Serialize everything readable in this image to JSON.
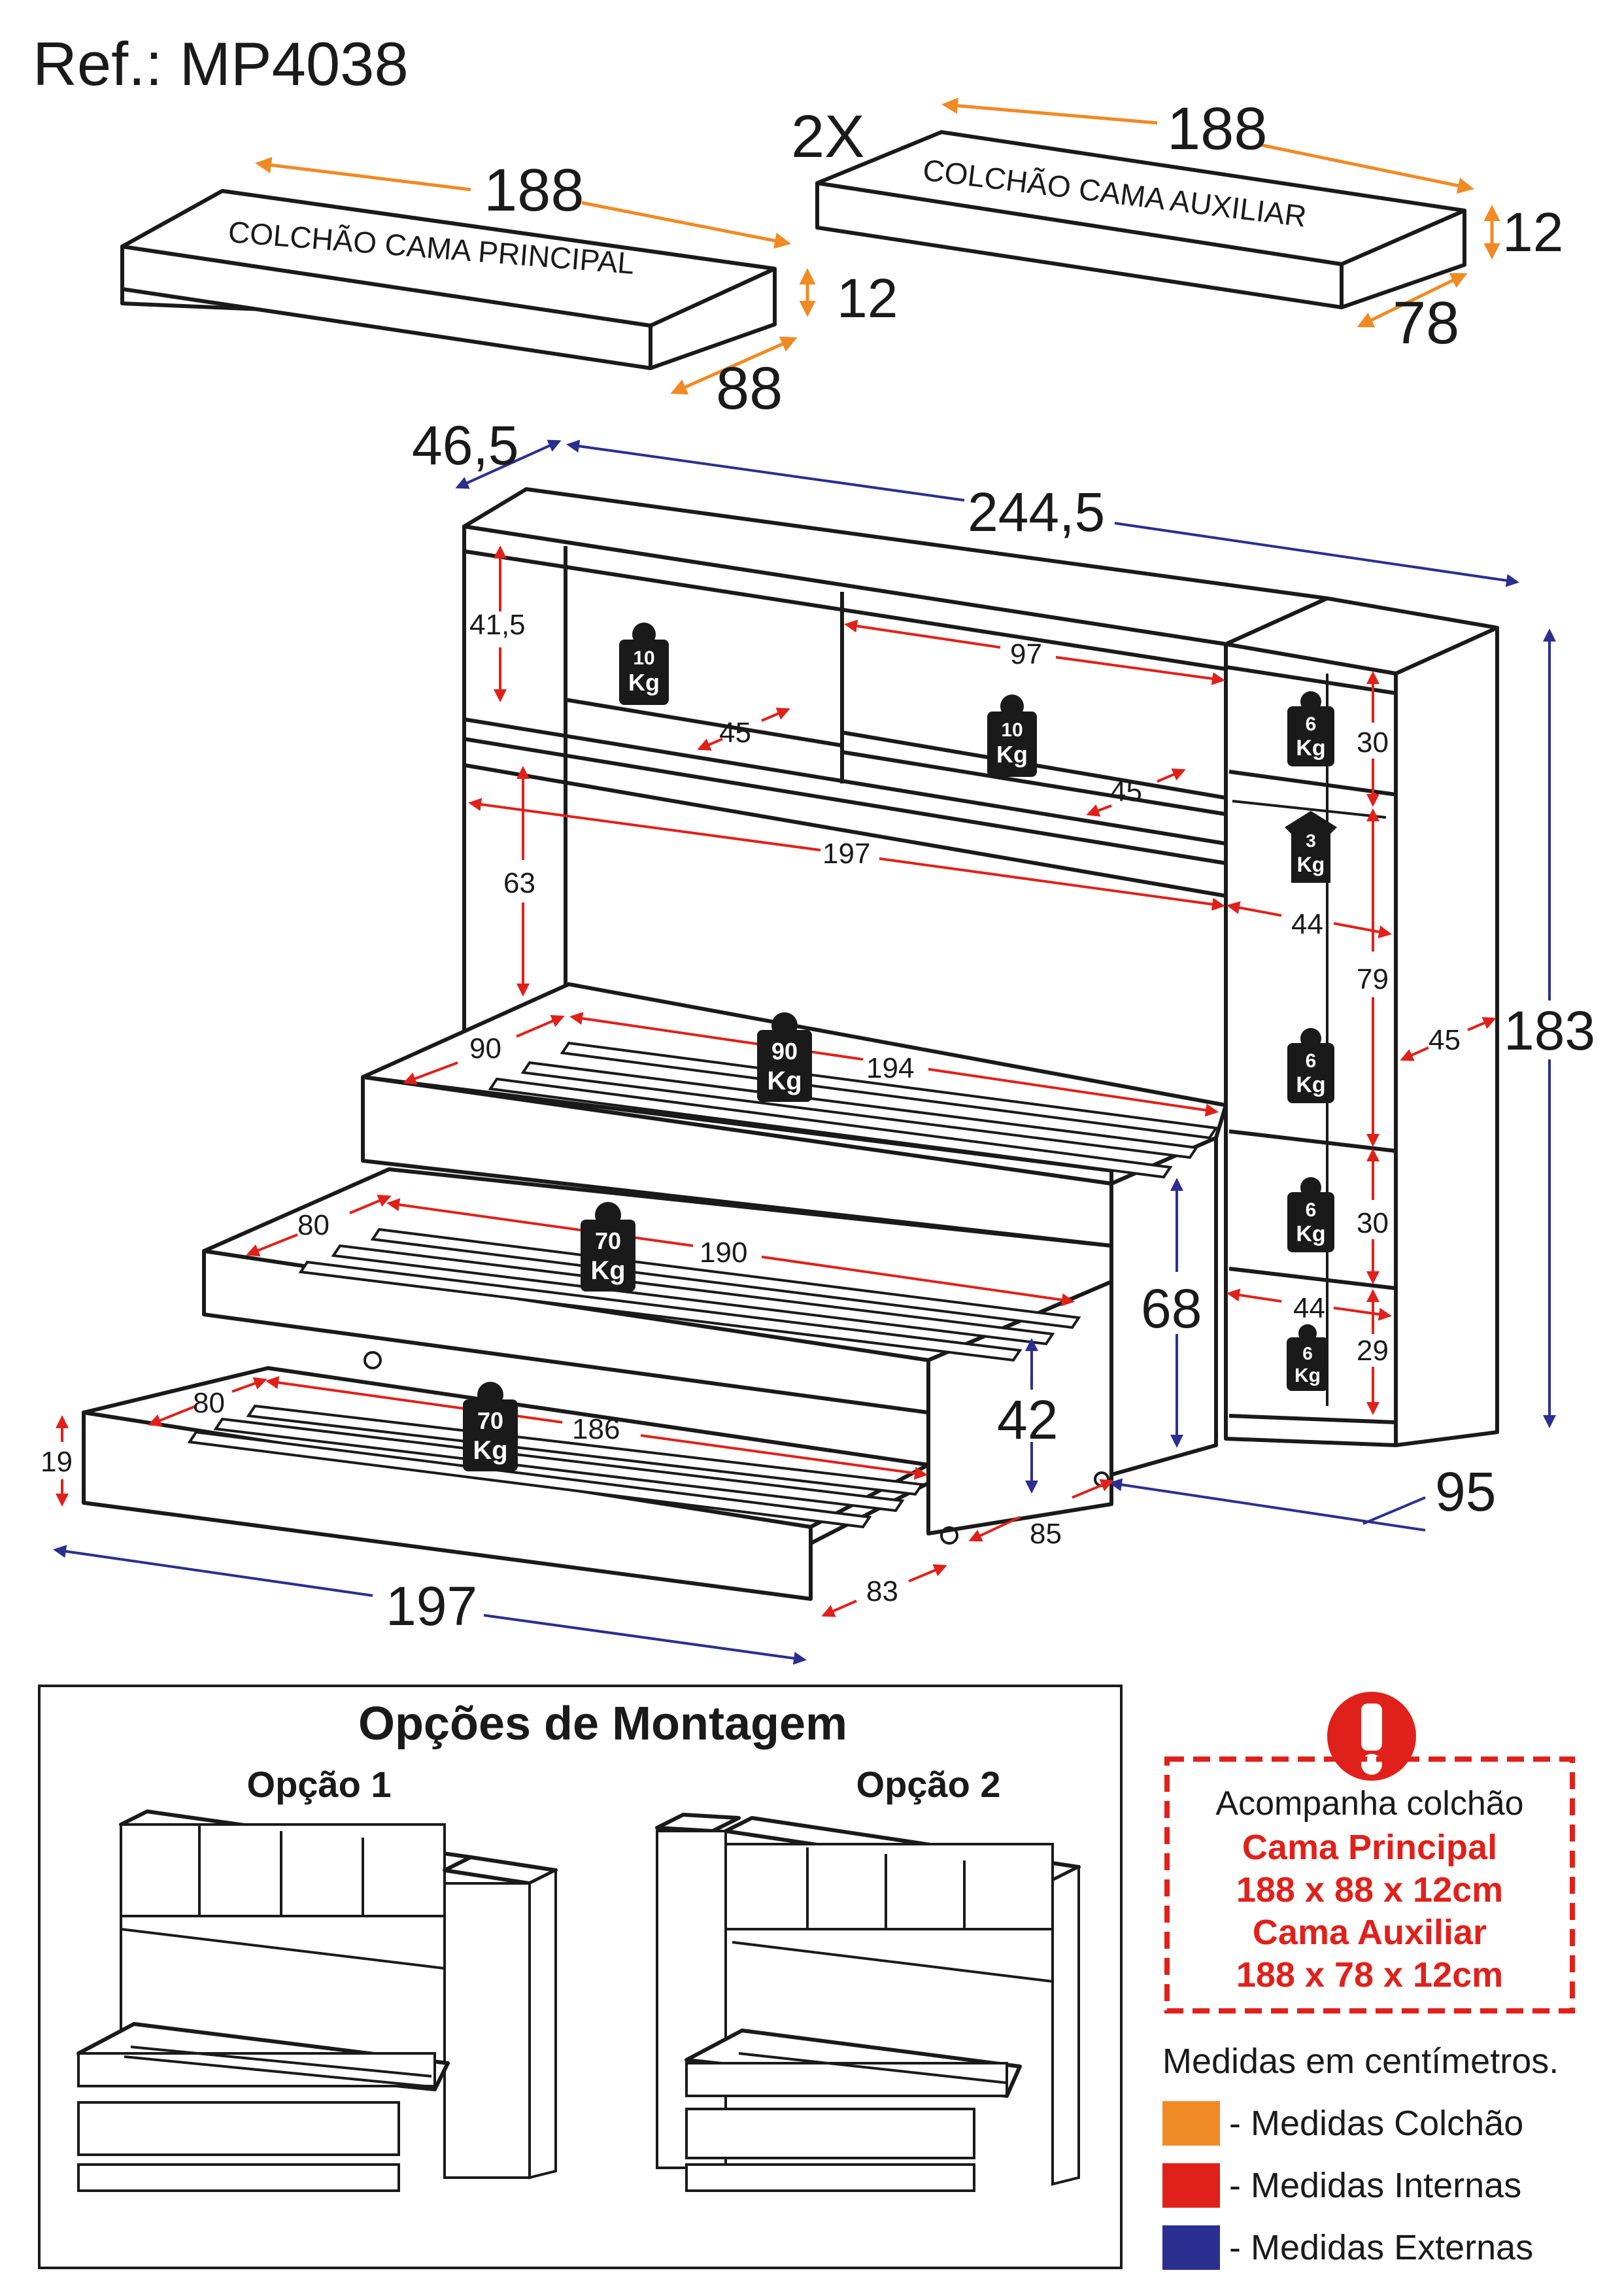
{
  "ref": "Ref.: MP4038",
  "colors": {
    "mattress": "#f08a24",
    "internal": "#e0211b",
    "external": "#2b2f8f"
  },
  "mattress_main": {
    "label": "COLCHÃO CAMA PRINCIPAL",
    "length": "188",
    "height": "12",
    "width": "88"
  },
  "mattress_aux": {
    "qty": "2X",
    "label": "COLCHÃO CAMA AUXILIAR",
    "length": "188",
    "height": "12",
    "width": "78"
  },
  "external": {
    "depth_top": "46,5",
    "width": "244,5",
    "height": "183",
    "depth": "95",
    "width_bottom": "197",
    "bed_height": "68",
    "trundle_height": "42"
  },
  "internal": {
    "niche_h": "41,5",
    "niche_d1": "45",
    "niche_w": "97",
    "niche_d2": "45",
    "bed_opening_w": "197",
    "bed_opening_h": "63",
    "bed1_w": "90",
    "bed1_l": "194",
    "bed2_w": "80",
    "bed2_l": "190",
    "bed3_w": "80",
    "bed3_l": "186",
    "bed3_h": "19",
    "side_d": "45",
    "col_30a": "30",
    "col_44a": "44",
    "col_79": "79",
    "col_30b": "30",
    "col_44b": "44",
    "col_29": "29",
    "d85": "85",
    "d83": "83"
  },
  "weights": {
    "w1": [
      "10",
      "Kg"
    ],
    "w2": [
      "10",
      "Kg"
    ],
    "w3": [
      "6",
      "Kg"
    ],
    "w4": [
      "3",
      "Kg"
    ],
    "w5": [
      "6",
      "Kg"
    ],
    "w6": [
      "90",
      "Kg"
    ],
    "w7": [
      "6",
      "Kg"
    ],
    "w8": [
      "70",
      "Kg"
    ],
    "w9": [
      "6",
      "Kg"
    ],
    "w10": [
      "70",
      "Kg"
    ]
  },
  "options": {
    "title": "Opções de Montagem",
    "opt1": "Opção 1",
    "opt2": "Opção 2"
  },
  "notice": {
    "line1": "Acompanha colchão",
    "line2": "Cama Principal",
    "line3": "188 x 88 x 12cm",
    "line4": "Cama Auxiliar",
    "line5": "188 x 78 x 12cm"
  },
  "legend": {
    "units": "Medidas em centímetros.",
    "mattress": "- Medidas Colchão",
    "internal": "- Medidas Internas",
    "external": "- Medidas Externas"
  }
}
